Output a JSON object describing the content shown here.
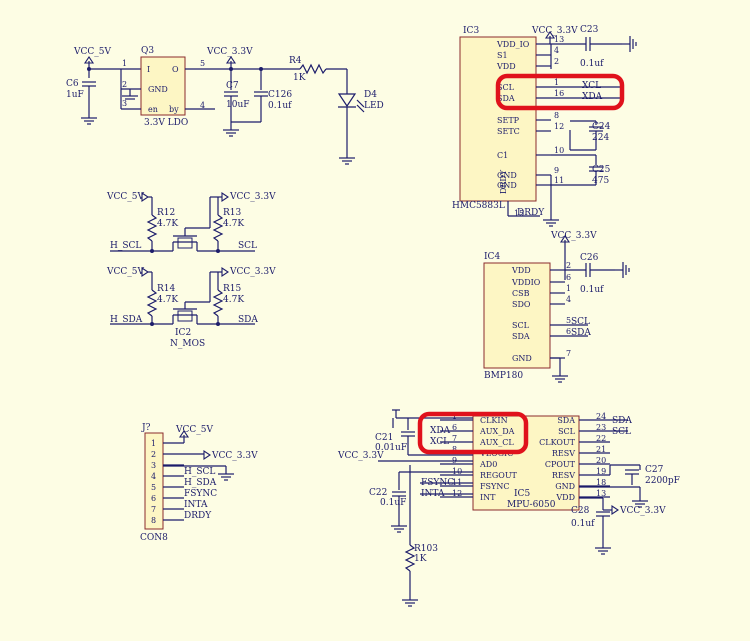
{
  "colors": {
    "background": "#fdfde4",
    "wire": "#1d1d6b",
    "component_fill": "#fdf6c4",
    "component_border": "#8a2b2b",
    "highlight": "#e0121c"
  },
  "ldo": {
    "ref": "Q3",
    "value": "3.3V LDO",
    "pin_i": "I",
    "pin_o": "O",
    "pin_gnd": "GND",
    "pin_en": "en",
    "pin_by": "by",
    "n1": "1",
    "n5": "5",
    "n2": "2",
    "n3": "3",
    "n4": "4",
    "vin": "VCC_5V",
    "vout": "VCC_3.3V",
    "c6_ref": "C6",
    "c6_val": "1uF",
    "c7_ref": "C7",
    "c7_val": "10uF",
    "c126_ref": "C126",
    "c126_val": "0.1uf",
    "r4_ref": "R4",
    "r4_val": "1K",
    "d4_ref": "D4",
    "d4_val": "LED"
  },
  "hmc": {
    "ref": "IC3",
    "part": "HMC5883L",
    "vcc": "VCC_3.3V",
    "pins": [
      "VDD_IO",
      "S1",
      "VDD",
      "SCL",
      "SDA",
      "SETP",
      "SETC",
      "C1",
      "GND",
      "GND",
      "DRDY"
    ],
    "nums": [
      "13",
      "4",
      "2",
      "1",
      "16",
      "8",
      "12",
      "10",
      "9",
      "11",
      "15"
    ],
    "net_xcl": "XCL",
    "net_xda": "XDA",
    "net_drdy": "DRDY",
    "c23_ref": "C23",
    "c23_val": "0.1uf",
    "c24_ref": "C24",
    "c24_val": "224",
    "c25_ref": "C25",
    "c25_val": "475"
  },
  "level": {
    "vcc5": "VCC_5V",
    "vcc33": "VCC_3.3V",
    "r12": "R12",
    "r13": "R13",
    "r14": "R14",
    "r15": "R15",
    "rval": "4.7K",
    "h_scl": "H_SCL",
    "scl": "SCL",
    "h_sda": "H_SDA",
    "sda": "SDA",
    "ic2": "IC2",
    "mos": "N_MOS"
  },
  "bmp": {
    "ref": "IC4",
    "part": "BMP180",
    "vcc": "VCC_3.3V",
    "pins": [
      "VDD",
      "VDDIO",
      "CSB",
      "SDO",
      "SCL",
      "SDA",
      "GND"
    ],
    "nums": [
      "2",
      "6",
      "1",
      "4",
      "5",
      "6",
      "7"
    ],
    "net_scl": "SCL",
    "net_sda": "SDA",
    "c26_ref": "C26",
    "c26_val": "0.1uf"
  },
  "conn": {
    "ref": "J?",
    "part": "CON8",
    "pins": [
      "1",
      "2",
      "3",
      "4",
      "5",
      "6",
      "7",
      "8"
    ],
    "nets": [
      "VCC_5V",
      "VCC_3.3V",
      "H_SCL",
      "H_SDA",
      "FSYNC",
      "INTA",
      "DRDY"
    ]
  },
  "mpu": {
    "ref": "IC5",
    "part": "MPU-6050",
    "left_pins": [
      "CLKIN",
      "AUX_DA",
      "AUX_CL",
      "VLOGIC",
      "AD0",
      "REGOUT",
      "FSYNC",
      "INT"
    ],
    "left_nums": [
      "1",
      "6",
      "7",
      "8",
      "9",
      "10",
      "11",
      "12"
    ],
    "right_pins": [
      "SDA",
      "SCL",
      "CLKOUT",
      "RESV",
      "CPOUT",
      "RESV",
      "GND",
      "VDD"
    ],
    "right_nums": [
      "24",
      "23",
      "22",
      "21",
      "20",
      "19",
      "18",
      "13"
    ],
    "net_xda": "XDA",
    "net_xcl": "XCL",
    "net_vcc": "VCC_3.3V",
    "net_fsync": "FSYNC",
    "net_inta": "INTA",
    "net_sda": "SDA",
    "net_scl": "SCL",
    "c21_ref": "C21",
    "c21_val": "0.01uF",
    "c22_ref": "C22",
    "c22_val": "0.1uF",
    "c27_ref": "C27",
    "c27_val": "2200pF",
    "c28_ref": "C28",
    "c28_val": "0.1uf",
    "r103_ref": "R103",
    "r103_val": "1K",
    "vcc_c28": "VCC_3.3V"
  }
}
